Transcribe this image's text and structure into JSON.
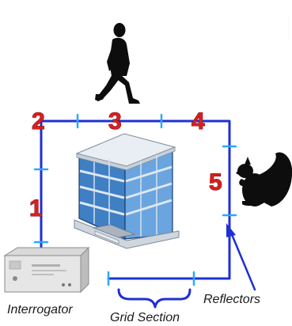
{
  "labels": {
    "interrogator": "Interrogator",
    "grid_section": "Grid Section",
    "reflectors": "Reflectors"
  },
  "positions": {
    "p1": "1",
    "p2": "2",
    "p3": "3",
    "p4": "4",
    "p5": "5"
  },
  "colors": {
    "fiber_line": "#1f2fd6",
    "tick_marks": "#29a8ff",
    "position_numbers": "#d81f1f",
    "arrow": "#1f2fd6",
    "brace": "#1f2fd6",
    "text": "#1a1a1a"
  },
  "icons": {
    "walker": "walking-person-icon",
    "squirrel": "squirrel-icon",
    "building": "office-building-icon",
    "device": "interrogator-device-icon"
  }
}
